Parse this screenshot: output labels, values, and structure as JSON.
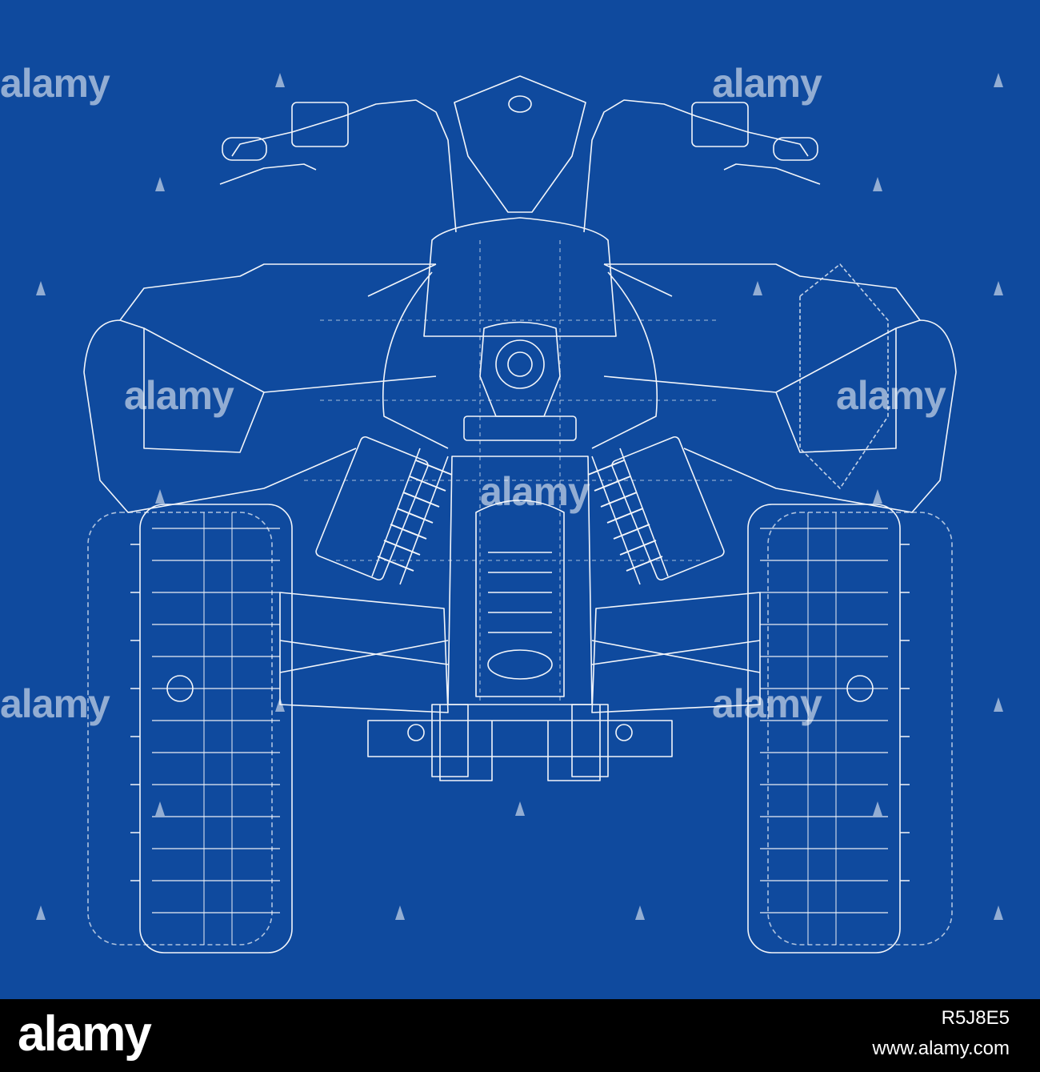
{
  "watermark": {
    "text": "alamy",
    "color": "#ffffff"
  },
  "footer": {
    "logo": "alamy",
    "image_id": "R5J8E5",
    "site": "www.alamy.com"
  },
  "colors": {
    "background": "#0f4a9e",
    "lines": "#ffffff",
    "footer_bg": "#000000"
  }
}
